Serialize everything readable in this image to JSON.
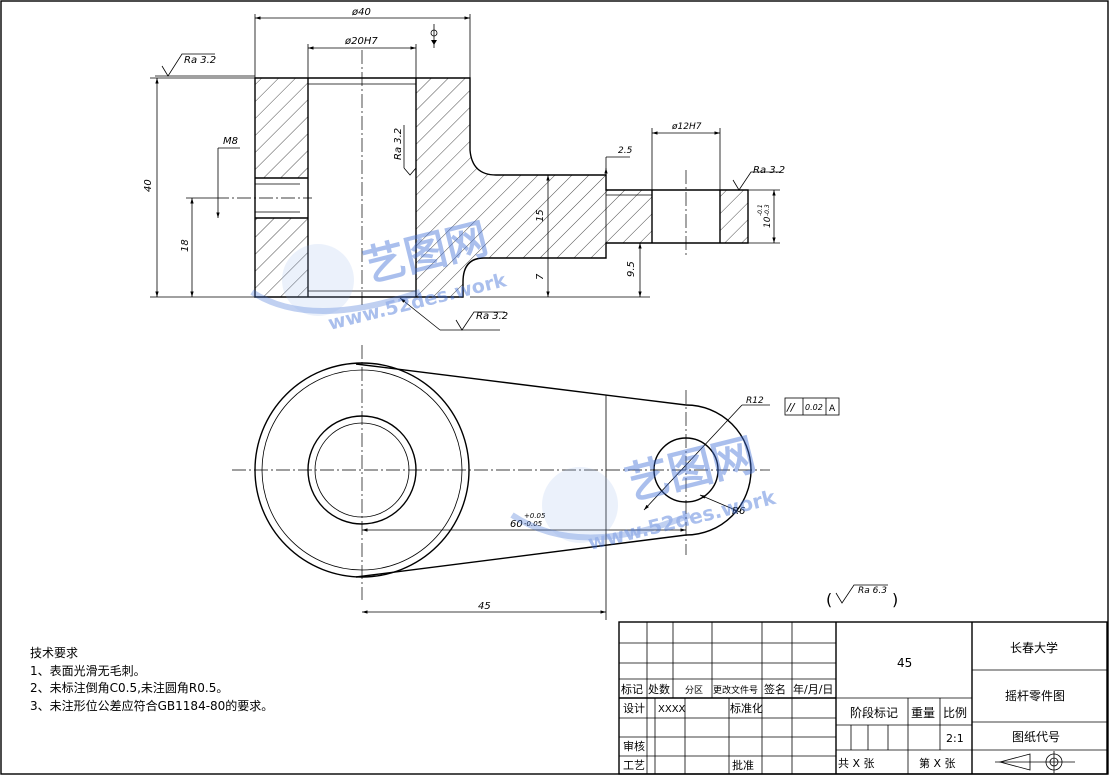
{
  "dimensions": {
    "d40": "ø40",
    "d20h7": "ø20H7",
    "ra_top_left": "Ra 3.2",
    "ra_bore": "Ra 3.2",
    "m8": "M8",
    "h40": "40",
    "h18": "18",
    "d12h7": "ø12H7",
    "d25": "2.5",
    "ra_right": "Ra 3.2",
    "h15": "15",
    "h7": "7",
    "h95": "9.5",
    "h10": "10",
    "h10_tol_upper": "-0.1",
    "h10_tol_lower": "-0.3",
    "ra_bottom": "Ra 3.2",
    "r12": "R12",
    "r6": "R6",
    "len60": "60",
    "len60_tol_upper": "+0.05",
    "len60_tol_lower": "-0.05",
    "len45": "45",
    "tol_symbol": "//",
    "tol_value": "0.02",
    "tol_datum": "A",
    "ra_general": "Ra 6.3",
    "paren_open": "(",
    "paren_close": ")"
  },
  "watermark": {
    "brand": "艺图网",
    "url": "www.52des.work"
  },
  "tech": {
    "title": "技术要求",
    "items": [
      "1、表面光滑无毛刺。",
      "2、未标注倒角C0.5,未注圆角R0.5。",
      "3、未注形位公差应符合GB1184-80的要求。"
    ]
  },
  "title_block": {
    "material": "45",
    "school": "长春大学",
    "part_name": "摇杆零件图",
    "drawing_no": "图纸代号",
    "labels": {
      "mark": "标记",
      "count": "处数",
      "zone": "分区",
      "change_doc": "更改文件号",
      "sign": "签名",
      "date": "年/月/日",
      "design": "设计",
      "design_name": "XXXX",
      "standard": "标准化",
      "review": "审核",
      "process": "工艺",
      "approve": "批准",
      "stage": "阶段标记",
      "weight": "重量",
      "scale": "比例",
      "scale_value": "2:1",
      "total": "共 X 张",
      "sheet": "第 X 张"
    }
  }
}
